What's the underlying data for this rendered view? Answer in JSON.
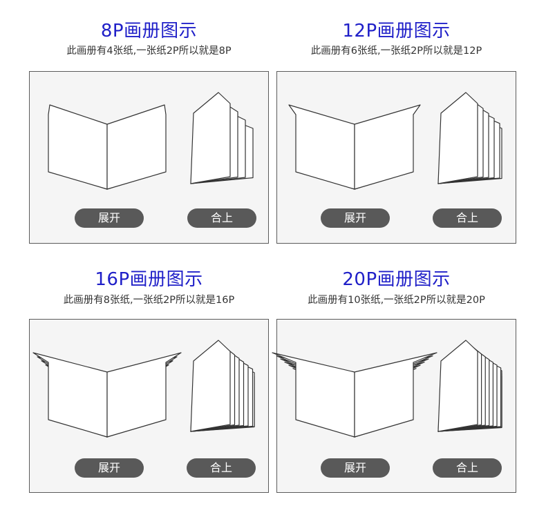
{
  "colors": {
    "title": "#1f1fc8",
    "subtitle": "#333333",
    "panel_bg": "#f5f5f5",
    "panel_border": "#5a5a5a",
    "button_bg": "#595959",
    "stroke": "#333333"
  },
  "sections": [
    {
      "title": "8P画册图示",
      "subtitle": "此画册有4张纸,一张纸2P所以就是8P",
      "sheets": 4,
      "open_label": "展开",
      "close_label": "合上"
    },
    {
      "title": "12P画册图示",
      "subtitle": "此画册有6张纸,一张纸2P所以就是12P",
      "sheets": 6,
      "open_label": "展开",
      "close_label": "合上"
    },
    {
      "title": "16P画册图示",
      "subtitle": "此画册有8张纸,一张纸2P所以就是16P",
      "sheets": 8,
      "open_label": "展开",
      "close_label": "合上"
    },
    {
      "title": "20P画册图示",
      "subtitle": "此画册有10张纸,一张纸2P所以就是20P",
      "sheets": 10,
      "open_label": "展开",
      "close_label": "合上"
    }
  ]
}
